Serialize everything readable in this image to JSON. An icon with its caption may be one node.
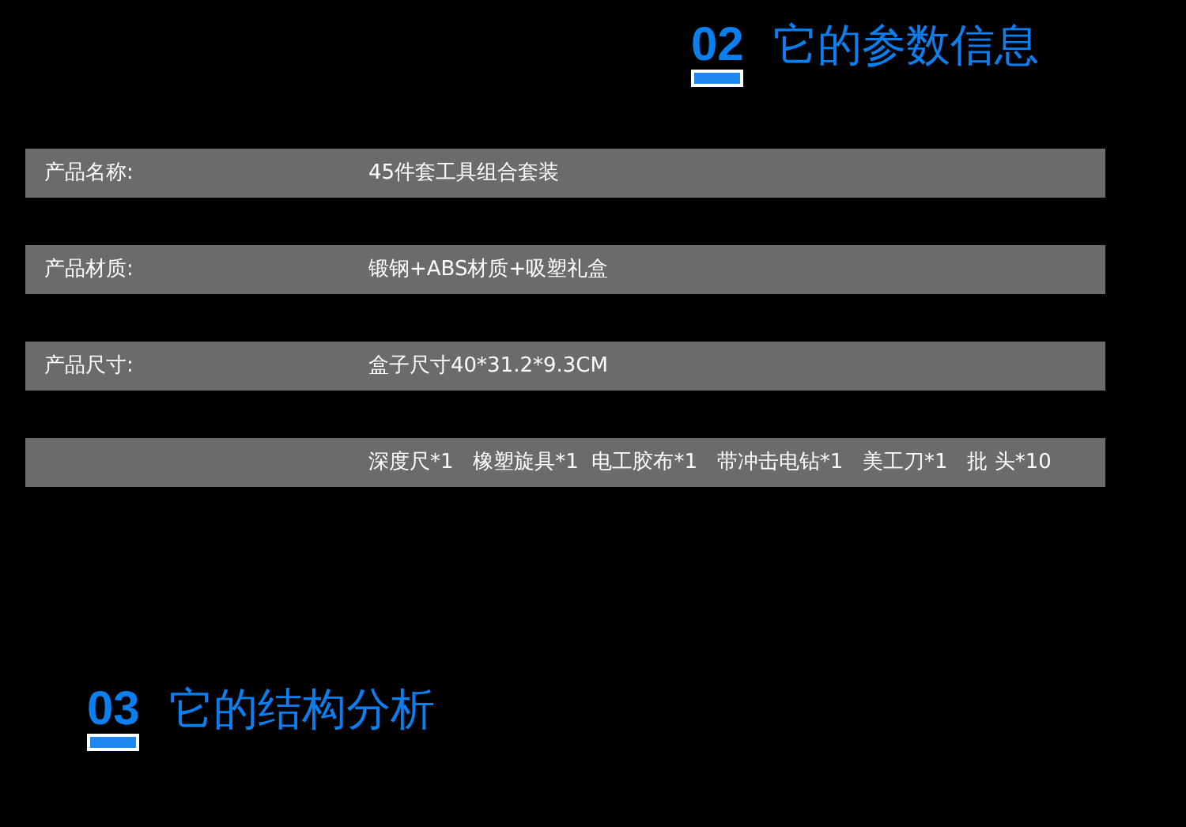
{
  "diagram": {
    "labels": [
      "02",
      "它的参数信息",
      "产品名称:",
      "45件套工具组合套装",
      "产品材质:",
      "锻钢+ABS材质+吸塑礼盒",
      "产品尺寸:",
      "盒子尺寸40*31.2*9.3CM",
      "深度尺*1   橡塑旋具*1  电工胶布*1   带冲击电钻*1   美工刀*1   批 头*10",
      "03",
      "它的结构分析"
    ]
  }
}
